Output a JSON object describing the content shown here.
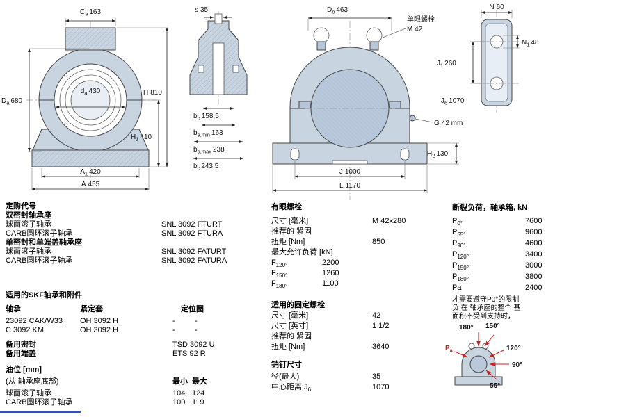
{
  "colors": {
    "drawing_fill": "#c9d4e1",
    "drawing_fill_dark": "#b6c6d8",
    "shaft_fill": "#b9c9db",
    "outline": "#444444",
    "arrow_red": "#cc2222",
    "footer_line_blue": "#2b50c8"
  },
  "dims": {
    "ca": {
      "b": "C",
      "s": "a",
      "v": "163"
    },
    "s": {
      "b": "s",
      "v": "35"
    },
    "db": {
      "b": "D",
      "s": "b",
      "v": "463"
    },
    "n": {
      "b": "N",
      "v": "60"
    },
    "n1": {
      "b": "N",
      "s": "1",
      "v": "48"
    },
    "j1": {
      "b": "J",
      "s": "1",
      "v": "260"
    },
    "j6": {
      "b": "J",
      "s": "6",
      "v": "1070"
    },
    "da": {
      "b": "d",
      "s": "a",
      "v": "430"
    },
    "Da": {
      "b": "D",
      "s": "a",
      "v": "680"
    },
    "h": {
      "b": "H",
      "v": "810"
    },
    "h1": {
      "b": "H",
      "s": "1",
      "v": "410"
    },
    "a1": {
      "b": "A",
      "s": "1",
      "v": "420"
    },
    "a": {
      "b": "A",
      "v": "455"
    },
    "bb": {
      "b": "b",
      "s": "b",
      "v": "158,5"
    },
    "bamin": {
      "b": "b",
      "s": "a,min",
      "v": "163"
    },
    "bamax": {
      "b": "b",
      "s": "a,max",
      "v": "238"
    },
    "bc": {
      "b": "b",
      "s": "c",
      "v": "243,5"
    },
    "g": {
      "b": "G",
      "v": "42 mm"
    },
    "h2": {
      "b": "H",
      "s": "2",
      "v": "130"
    },
    "j": {
      "b": "J",
      "v": "1000"
    },
    "l": {
      "b": "L",
      "v": "1170"
    },
    "eyebolt_label": "单眼螺栓",
    "eyebolt_size": "M 42"
  },
  "order": {
    "title": "定购代号",
    "group1_title": "双密封轴承座",
    "group1": [
      {
        "label": "球面滚子轴承",
        "value": "SNL 3092 FTURT"
      },
      {
        "label": "CARB圆环滚子轴承",
        "value": "SNL 3092 FTURA"
      }
    ],
    "group2_title": "单密封和单端盖轴承座",
    "group2": [
      {
        "label": "球面滚子轴承",
        "value": "SNL 3092 FATURT"
      },
      {
        "label": "CARB圆环滚子轴承",
        "value": "SNL 3092 FATURA"
      }
    ]
  },
  "bearings": {
    "title": "适用的SKF轴承和附件",
    "col_bearing": "轴承",
    "col_sleeve": "紧定套",
    "col_ring": "定位圈",
    "rows": [
      {
        "bearing": "23092 CAK/W33",
        "sleeve": "OH 3092 H",
        "ring1": "-",
        "ring2": "-"
      },
      {
        "bearing": "C 3092 KM",
        "sleeve": "OH 3092 H",
        "ring1": "-",
        "ring2": "-"
      }
    ],
    "spares": [
      {
        "label": "备用密封",
        "value": "TSD 3092 U"
      },
      {
        "label": "备用端盖",
        "value": "ETS 92 R"
      }
    ]
  },
  "oil": {
    "title": "油位 [mm]",
    "subtitle": "(从 轴承座底部)",
    "min_label": "最小",
    "max_label": "最大",
    "rows": [
      {
        "label": "球面滚子轴承",
        "min": "104",
        "max": "124"
      },
      {
        "label": "CARB圆环滚子轴承",
        "min": "100",
        "max": "119"
      }
    ]
  },
  "eyebolts": {
    "title": "有眼螺栓",
    "size_label": "尺寸 [毫米]",
    "size_value": "M 42x280",
    "rec_line": "推荐的 紧固",
    "torque_label": "扭矩 [Nm]",
    "torque_value": "850",
    "maxload_label": "最大允许负荷 [kN]",
    "loads": [
      {
        "b": "F",
        "s": "120°",
        "v": "2200"
      },
      {
        "b": "F",
        "s": "150°",
        "v": "1260"
      },
      {
        "b": "F",
        "s": "180°",
        "v": "1100"
      }
    ]
  },
  "fixing_bolts": {
    "title": "适用的固定螺栓",
    "size_mm_label": "尺寸 [毫米]",
    "size_mm_value": "42",
    "size_in_label": "尺寸 [英寸]",
    "size_in_value": "1 1/2",
    "rec_line": "推荐的 紧固",
    "torque_label": "扭矩 [Nm]",
    "torque_value": "3640"
  },
  "pins": {
    "title": "销钉尺寸",
    "dia_label": "径(最大)",
    "dia_value": "35",
    "cc_label": "中心距离",
    "cc_dim": {
      "b": "J",
      "s": "6"
    },
    "cc_value": "1070"
  },
  "breaking_loads": {
    "title": "断裂负荷，轴承箱, kN",
    "rows": [
      {
        "b": "P",
        "s": "0°",
        "v": "7600"
      },
      {
        "b": "P",
        "s": "55°",
        "v": "9600"
      },
      {
        "b": "P",
        "s": "90°",
        "v": "4600"
      },
      {
        "b": "P",
        "s": "120°",
        "v": "3400"
      },
      {
        "b": "P",
        "s": "150°",
        "v": "3000"
      },
      {
        "b": "P",
        "s": "180°",
        "v": "3800"
      },
      {
        "b": "P",
        "s": "a",
        "v": "2400"
      }
    ],
    "note_lines": [
      "才需要遵守P0°的限制",
      "负 在 轴承座的整个 基",
      "面积不受到支持时，"
    ],
    "angle_labels": [
      "180°",
      "150°",
      "120°",
      "90°",
      "55°"
    ],
    "pa": {
      "b": "P",
      "s": "a"
    }
  }
}
